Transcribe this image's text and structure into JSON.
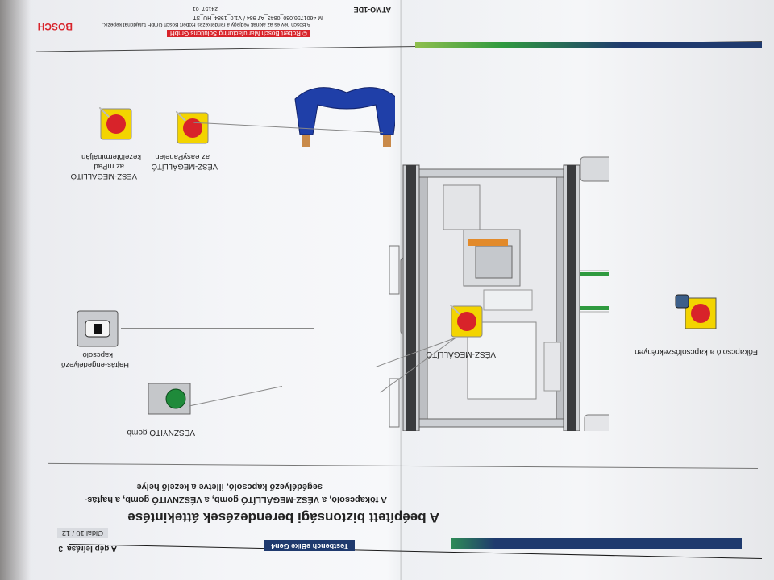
{
  "header": {
    "brand": "BOSCH",
    "company": "© Robert Bosch Manufacturing Solutions GmbH",
    "rights_note": "A Bosch nev es az akinak vedjegy a rendelkezes Robert Bosch GmbH tulajdonat kepezik.",
    "doc_code": "M 4601756.030_0843_A7 984 / V1.0_1984_HU_ST",
    "model": "ATMO-1DE",
    "rev": "24157_01"
  },
  "footer": {
    "product_bar": "Testbench eBike Gen4",
    "section": "A gép leírása",
    "section_number": "3",
    "page": "Oldal 10 / 12"
  },
  "content": {
    "title": "A beépített biztonsági berendezések áttekintése",
    "subtitle_line1": "A főkapcsoló, a VÉSZ-MEGÁLLÍTÓ gomb, a VÉSZNVITÓ gomb, a hajtás-",
    "subtitle_line2": "segédélyező kapcsoló, illetve a kezelő helye"
  },
  "callouts": {
    "estop_mpad": [
      "VÉSZ-MEGÁLLÍTÓ",
      "az mPad",
      "kezelőterminálján"
    ],
    "estop_easypanel": [
      "VÉSZ-MEGÁLLÍTÓ",
      "az easyPanelen"
    ],
    "estop_frame": "VÉSZ-MEGÁLLÍTÓ",
    "drive_enable": [
      "Hajtás-engedélyező",
      "kapcsoló"
    ],
    "reset_button": "VÉSZNYITÓ gomb",
    "main_switch": "Főkapcsoló a kapcsolószekrényen"
  },
  "colors": {
    "bosch_red": "#d8232a",
    "navy": "#1f3a6e",
    "green_stripe": "#2f9a3f",
    "handle_blue": "#1f3fa8",
    "estop_yellow": "#f3d400"
  }
}
